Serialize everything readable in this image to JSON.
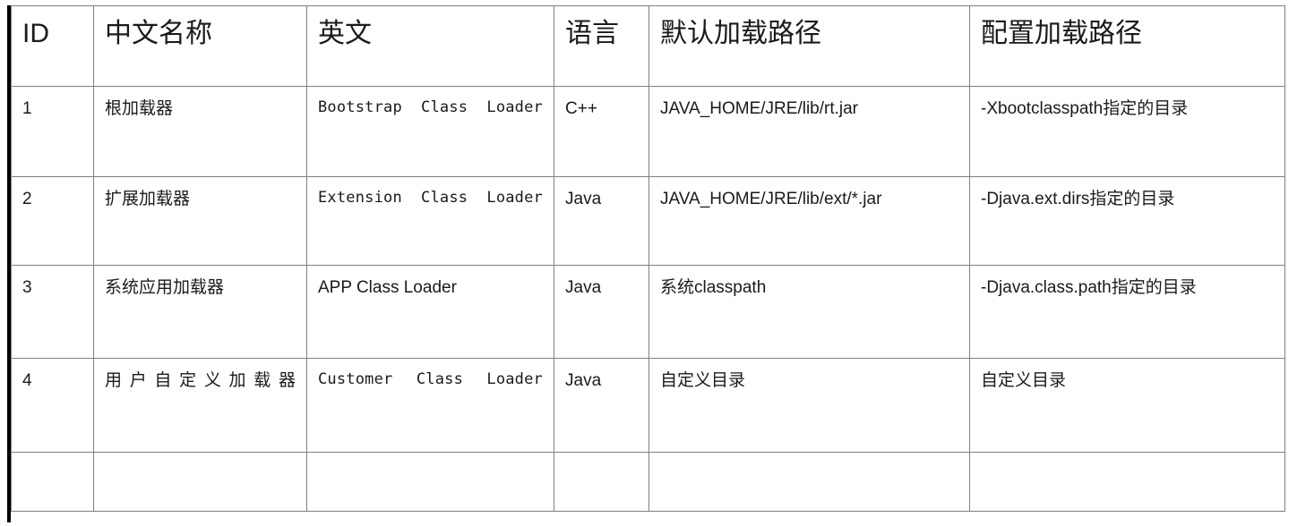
{
  "table": {
    "columns": [
      {
        "key": "id",
        "label": "ID"
      },
      {
        "key": "cn",
        "label": "中文名称"
      },
      {
        "key": "en",
        "label": "英文"
      },
      {
        "key": "lang",
        "label": "语言"
      },
      {
        "key": "def",
        "label": "默认加载路径"
      },
      {
        "key": "cfg",
        "label": "配置加载路径"
      }
    ],
    "rows": [
      {
        "id": "1",
        "cn": "根加载器",
        "en": "Bootstrap Class Loader",
        "lang": "C++",
        "def": "JAVA_HOME/JRE/lib/rt.jar",
        "cfg": "-Xbootclasspath指定的目录"
      },
      {
        "id": "2",
        "cn": "扩展加载器",
        "en": "Extension Class Loader",
        "lang": "Java",
        "def": "JAVA_HOME/JRE/lib/ext/*.jar",
        "cfg": "-Djava.ext.dirs指定的目录"
      },
      {
        "id": "3",
        "cn": "系统应用加载器",
        "en": "APP Class Loader",
        "lang": "Java",
        "def": "系统classpath",
        "cfg": "-Djava.class.path指定的目录"
      },
      {
        "id": "4",
        "cn": "用户自定义加载器",
        "en": "Customer Class Loader",
        "lang": "Java",
        "def": "自定义目录",
        "cfg": "自定义目录"
      },
      {
        "id": "",
        "cn": "",
        "en": "",
        "lang": "",
        "def": "",
        "cfg": ""
      }
    ]
  },
  "style": {
    "left_rule_color": "#000000",
    "grid_color": "#808080",
    "text_color": "#1a1a1a",
    "background": "#ffffff"
  }
}
